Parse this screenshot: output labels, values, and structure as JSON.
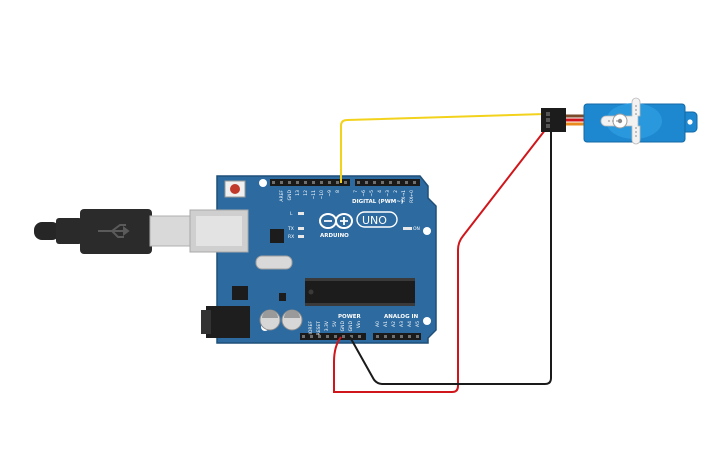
{
  "board": {
    "brand": "ARDUINO",
    "model": "UNO",
    "digital_label": "DIGITAL (PWM~)",
    "power_label": "POWER",
    "analog_label": "ANALOG IN",
    "led_l": "L",
    "led_tx": "TX",
    "led_rx": "RX",
    "on_label": "ON",
    "aref": "AREF",
    "gnd_top": "GND",
    "digital_pins": [
      "13",
      "12",
      "~11",
      "~10",
      "~9",
      "8",
      "7",
      "~6",
      "~5",
      "4",
      "~3",
      "2",
      "TX→1",
      "RX←0"
    ],
    "power_pins": [
      "IOREF",
      "RESET",
      "3.3V",
      "5V",
      "GND",
      "GND",
      "Vin"
    ],
    "analog_pins": [
      "A0",
      "A1",
      "A2",
      "A3",
      "A4",
      "A5"
    ]
  },
  "colors": {
    "board": "#2d6a9f",
    "board_edge": "#1f4f78",
    "wire_signal": "#f2d21b",
    "wire_power": "#d0161b",
    "wire_ground": "#1a1a1a",
    "servo_body": "#1d87cf",
    "servo_horn": "#f2f2f2"
  },
  "components": {
    "usb_cable": "usb-icon",
    "servo": "servo-motor"
  }
}
